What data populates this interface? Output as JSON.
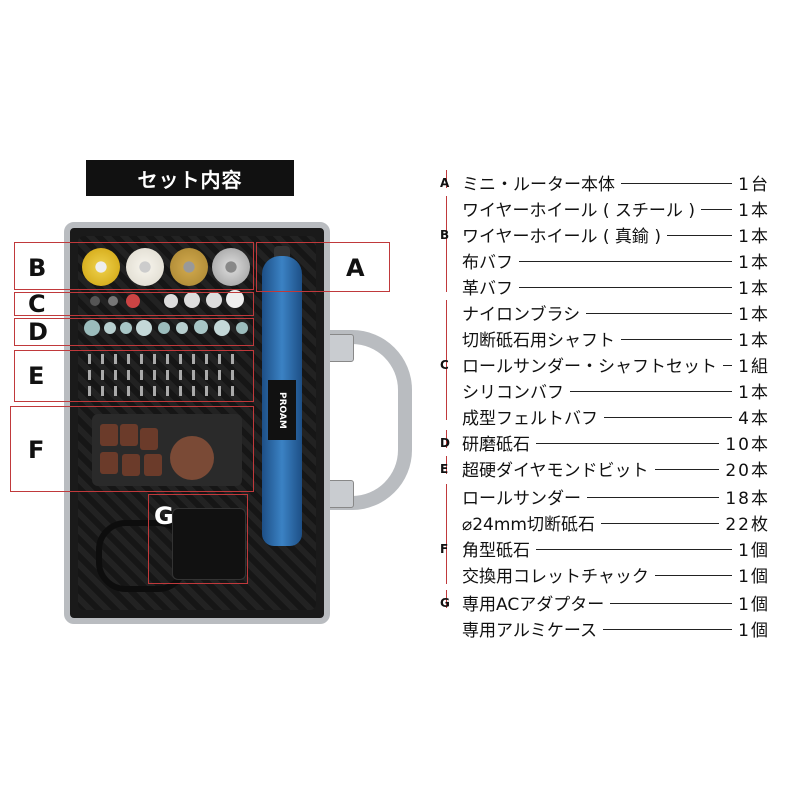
{
  "banner": "セット内容",
  "callouts": {
    "A": "A",
    "B": "B",
    "C": "C",
    "D": "D",
    "E": "E",
    "F": "F",
    "G": "G"
  },
  "tool_brand": "PROAM",
  "items": [
    {
      "letter": "A",
      "name": "ミニ・ルーター本体",
      "qty": "1台"
    },
    {
      "letter": "",
      "name": "ワイヤーホイール ( スチール )",
      "qty": "1本"
    },
    {
      "letter": "B",
      "name": "ワイヤーホイール ( 真鍮 )",
      "qty": "1本"
    },
    {
      "letter": "",
      "name": "布バフ",
      "qty": "1本"
    },
    {
      "letter": "",
      "name": "革バフ",
      "qty": "1本"
    },
    {
      "letter": "",
      "name": "ナイロンブラシ",
      "qty": "1本"
    },
    {
      "letter": "",
      "name": "切断砥石用シャフト",
      "qty": "1本"
    },
    {
      "letter": "C",
      "name": "ロールサンダー・シャフトセット",
      "qty": "1組"
    },
    {
      "letter": "",
      "name": "シリコンバフ",
      "qty": "1本"
    },
    {
      "letter": "",
      "name": "成型フェルトバフ",
      "qty": "4本"
    },
    {
      "letter": "D",
      "name": "研磨砥石",
      "qty": "10本"
    },
    {
      "letter": "E",
      "name": "超硬ダイヤモンドビット",
      "qty": "20本"
    },
    {
      "letter": "",
      "name": "ロールサンダー",
      "qty": "18本"
    },
    {
      "letter": "",
      "name": "⌀24mm切断砥石",
      "qty": "22枚"
    },
    {
      "letter": "F",
      "name": "角型砥石",
      "qty": "1個"
    },
    {
      "letter": "",
      "name": "交換用コレットチャック",
      "qty": "1個"
    },
    {
      "letter": "G",
      "name": "専用ACアダプター",
      "qty": "1個"
    },
    {
      "letter": "",
      "name": "専用アルミケース",
      "qty": "1個"
    }
  ]
}
